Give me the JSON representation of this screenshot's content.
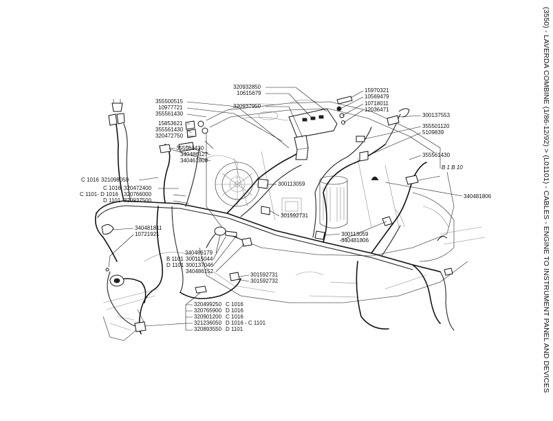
{
  "title": "(3550) - LAVERDA COMBINE (1/86-12/92) > (L01101) - CABLES - ENGINE TO INSTRUMENT PANEL AND DEVICES",
  "callouts": [
    {
      "id": "c01",
      "text": "320932850"
    },
    {
      "id": "c02",
      "text": "10615679"
    },
    {
      "id": "c03",
      "text": "320937950"
    },
    {
      "id": "c04",
      "text": "355500515"
    },
    {
      "id": "c05",
      "text": "10977721"
    },
    {
      "id": "c06",
      "text": "355561430"
    },
    {
      "id": "c07",
      "text": "15853621"
    },
    {
      "id": "c08",
      "text": "355561430"
    },
    {
      "id": "c09",
      "text": "320472750"
    },
    {
      "id": "c10",
      "text": "355561430"
    },
    {
      "id": "c11",
      "text": "340486127"
    },
    {
      "id": "c12",
      "text": "340461808"
    },
    {
      "id": "c13",
      "text": "15970321"
    },
    {
      "id": "c14",
      "text": "10569479"
    },
    {
      "id": "c15",
      "text": "10718011"
    },
    {
      "id": "c16",
      "text": "12036471"
    },
    {
      "id": "c17",
      "text": "300137553"
    },
    {
      "id": "c18",
      "text": "355501120"
    },
    {
      "id": "c19",
      "text": "5109839"
    },
    {
      "id": "c20",
      "text": "355561430"
    },
    {
      "id": "c21",
      "text": "B 1 B 10"
    },
    {
      "id": "c22",
      "text": "340481806"
    },
    {
      "id": "c23",
      "text": "C 1016"
    },
    {
      "id": "c24",
      "text": "321098050"
    },
    {
      "id": "c25",
      "text": "C 1016"
    },
    {
      "id": "c26",
      "text": "320472400"
    },
    {
      "id": "c27",
      "text": "C 1101- D 1016"
    },
    {
      "id": "c28",
      "text": "320766000"
    },
    {
      "id": "c29",
      "text": "D 1101"
    },
    {
      "id": "c30",
      "text": "320937500"
    },
    {
      "id": "c31",
      "text": "300113059"
    },
    {
      "id": "c32",
      "text": "301592731"
    },
    {
      "id": "c33",
      "text": "300113059"
    },
    {
      "id": "c34",
      "text": "340481806"
    },
    {
      "id": "c35",
      "text": "340481811"
    },
    {
      "id": "c36",
      "text": "10721921"
    },
    {
      "id": "c37",
      "text": "340486179"
    },
    {
      "id": "c38",
      "text": "B 1101"
    },
    {
      "id": "c39",
      "text": "300115044"
    },
    {
      "id": "c40",
      "text": "D 1101"
    },
    {
      "id": "c41",
      "text": "300137046"
    },
    {
      "id": "c42",
      "text": "340486152"
    },
    {
      "id": "c43",
      "text": "301592731"
    },
    {
      "id": "c44",
      "text": "301592732"
    },
    {
      "id": "c45",
      "text": "320499250"
    },
    {
      "id": "c46",
      "text": "C 1016"
    },
    {
      "id": "c47",
      "text": "320765900"
    },
    {
      "id": "c48",
      "text": "D 1016"
    },
    {
      "id": "c49",
      "text": "320901200"
    },
    {
      "id": "c50",
      "text": "C 1016"
    },
    {
      "id": "c51",
      "text": "321236050"
    },
    {
      "id": "c52",
      "text": "D 1016 - C 1101"
    },
    {
      "id": "c53",
      "text": "320893550"
    },
    {
      "id": "c54",
      "text": "D 1101"
    }
  ]
}
